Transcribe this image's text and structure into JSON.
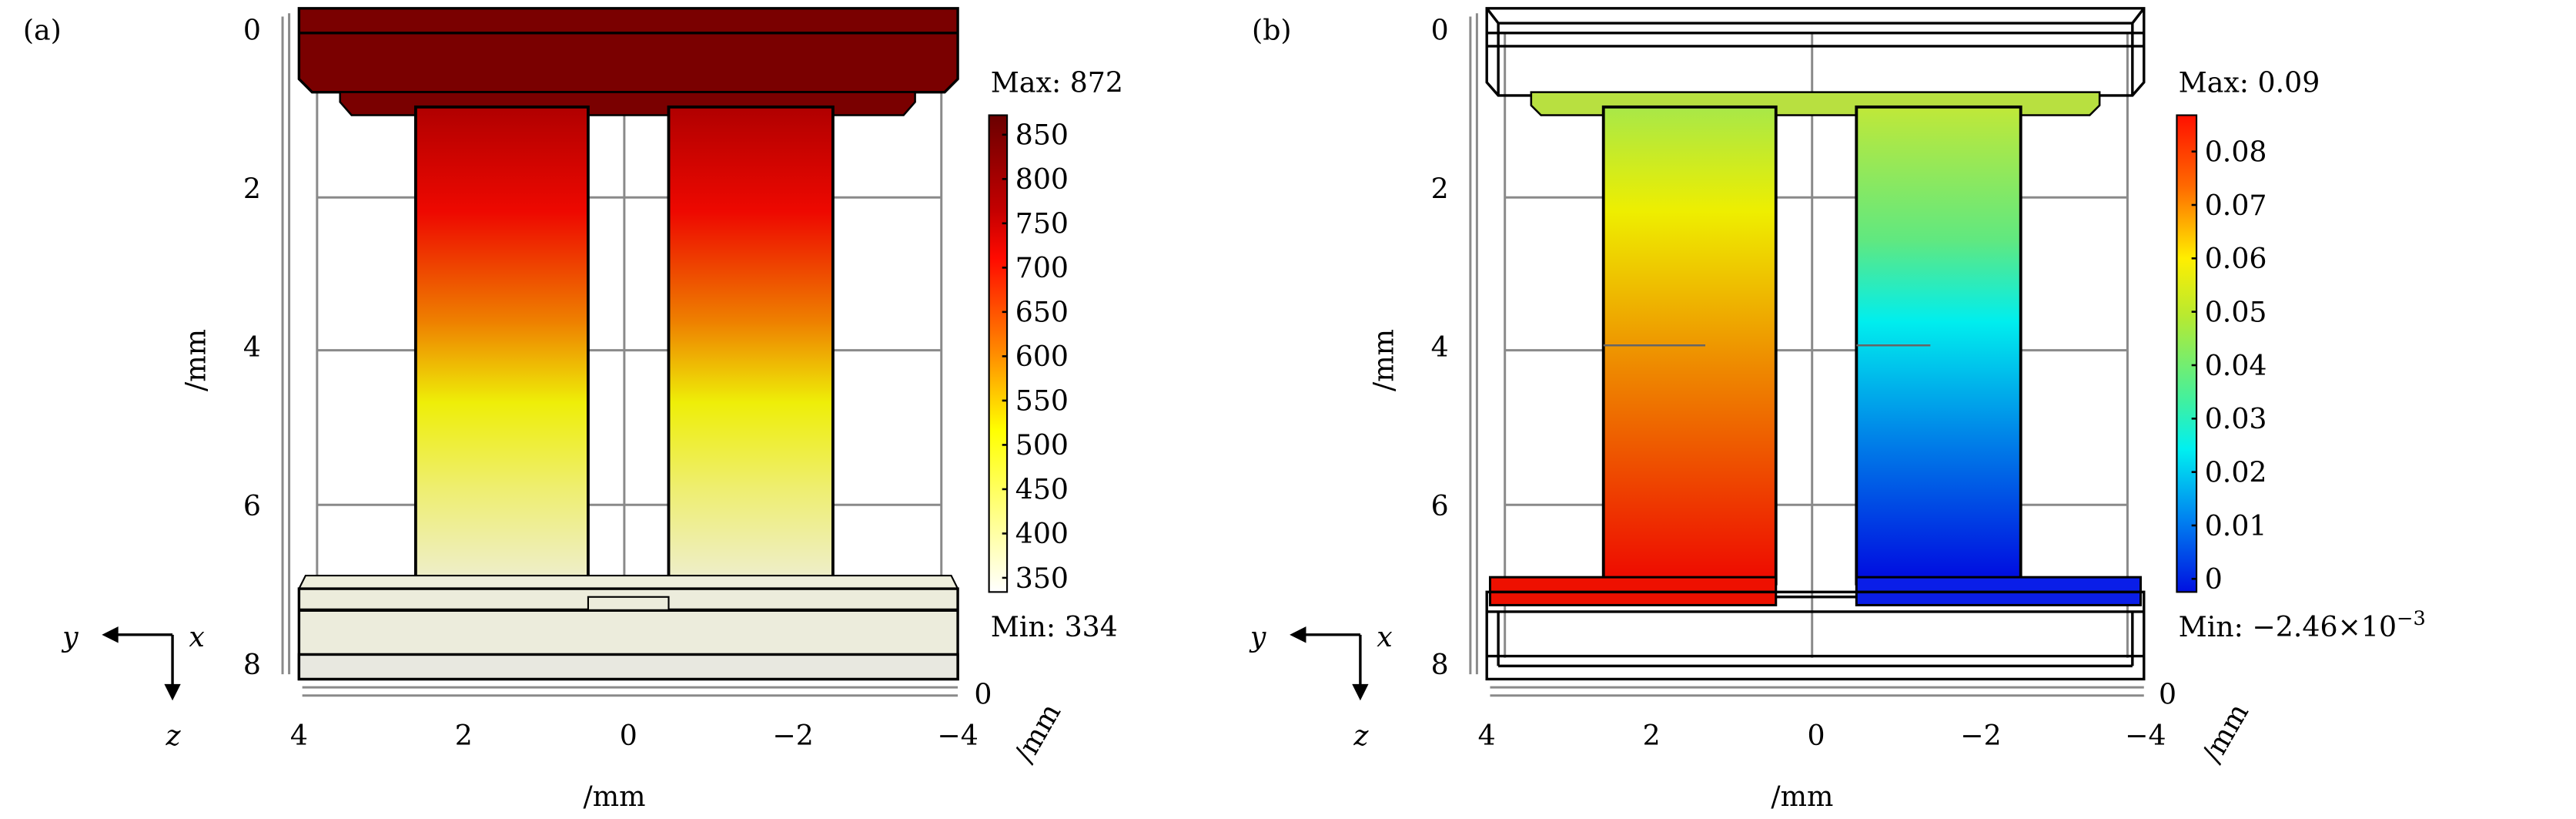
{
  "chart_data": [
    {
      "type": "heatmap",
      "panel_label": "(a)",
      "title": "",
      "colormap": "heat",
      "colorbar_max_label": "Max: 872",
      "colorbar_min_label": "Min: 334",
      "colorbar_range": [
        334,
        872
      ],
      "colorbar_ticks": [
        850,
        800,
        750,
        700,
        650,
        600,
        550,
        500,
        450,
        400,
        350
      ],
      "colorbar_tick_labels": [
        "850",
        "800",
        "750",
        "700",
        "650",
        "600",
        "550",
        "500",
        "450",
        "400",
        "350"
      ],
      "z_ticks": [
        "0",
        "2",
        "4",
        "6",
        "8"
      ],
      "y_ticks": [
        "4",
        "2",
        "0",
        "−2",
        "−4"
      ],
      "x_depth_tick": "0",
      "xlabel": "/mm",
      "zlabel": "/mm",
      "depth_label": "/mm",
      "triad": {
        "y": "y",
        "x": "x",
        "z": "z"
      },
      "colors": {
        "top_plate": "#7a0000",
        "leg_top": "#b00000",
        "leg_mid": "#ee6a00",
        "leg_yellow": "#eeee10",
        "leg_bottom": "#eeeed0",
        "base": "#ececdc"
      }
    },
    {
      "type": "heatmap",
      "panel_label": "(b)",
      "title": "",
      "colormap": "jet",
      "colorbar_max_label": "Max: 0.09",
      "colorbar_min_label": "Min: −2.46×10",
      "colorbar_min_exponent": "−3",
      "colorbar_range": [
        -0.00246,
        0.0868
      ],
      "colorbar_ticks": [
        0.08,
        0.07,
        0.06,
        0.05,
        0.04,
        0.03,
        0.02,
        0.01,
        0
      ],
      "colorbar_tick_labels": [
        "0.08",
        "0.07",
        "0.06",
        "0.05",
        "0.04",
        "0.03",
        "0.02",
        "0.01",
        "0"
      ],
      "z_ticks": [
        "0",
        "2",
        "4",
        "6",
        "8"
      ],
      "y_ticks": [
        "4",
        "2",
        "0",
        "−2",
        "−4"
      ],
      "x_depth_tick": "0",
      "xlabel": "/mm",
      "zlabel": "/mm",
      "depth_label": "/mm",
      "triad": {
        "y": "y",
        "x": "x",
        "z": "z"
      },
      "colors": {
        "top_plate": "#b8e040",
        "left_bottom": "#ee1000",
        "right_bottom": "#0a1ee8"
      }
    }
  ]
}
